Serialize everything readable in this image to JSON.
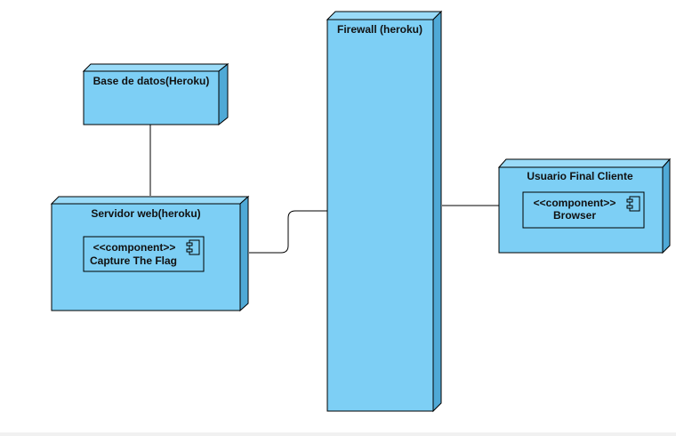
{
  "colors": {
    "node_fill": "#7DCFF5",
    "node_side": "#4FA9D6",
    "node_top": "#9ADBF8",
    "stroke": "#000000",
    "background": "#FFFFFF"
  },
  "nodes": {
    "database": {
      "title": "Base de datos(Heroku)"
    },
    "web_server": {
      "title": "Servidor web(heroku)",
      "component": {
        "stereotype": "<<component>>",
        "name": "Capture The Flag",
        "icon": "component-icon"
      }
    },
    "firewall": {
      "title": "Firewall (heroku)"
    },
    "end_user": {
      "title": "Usuario Final Cliente",
      "component": {
        "stereotype": "<<component>>",
        "name": "Browser",
        "icon": "component-icon"
      }
    }
  }
}
